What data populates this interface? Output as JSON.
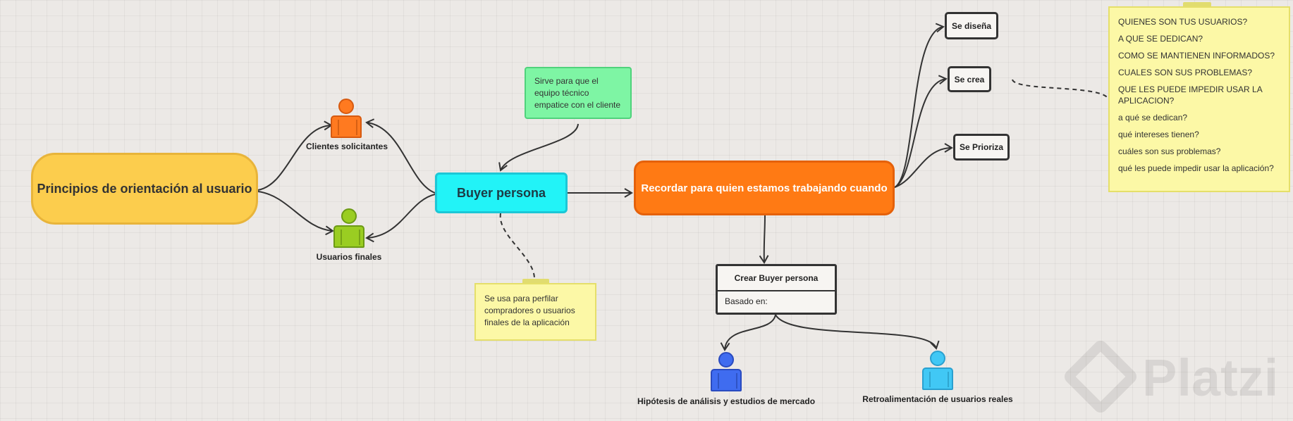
{
  "nodes": {
    "root": "Principios de orientación al usuario",
    "buyer": "Buyer persona",
    "recordar": "Recordar para quien estamos trabajando cuando",
    "se_disena": "Se diseña",
    "se_crea": "Se crea",
    "se_prioriza": "Se Prioriza",
    "crear_title": "Crear Buyer persona",
    "crear_body": "Basado en:"
  },
  "people": {
    "clientes": "Clientes solicitantes",
    "usuarios": "Usuarios finales",
    "hipotesis": "Hipótesis de análisis y estudios de mercado",
    "retro": "Retroalimentación de usuarios reales"
  },
  "notes": {
    "green": "Sirve para que el equipo técnico empatice con el cliente",
    "yellow": "Se usa para perfilar compradores o usuarios finales de la aplicación",
    "questions": [
      "QUIENES SON TUS USUARIOS?",
      "A QUE SE DEDICAN?",
      "COMO SE MANTIENEN INFORMADOS?",
      "CUALES SON SUS PROBLEMAS?",
      "QUE LES PUEDE IMPEDIR USAR LA APLICACION?",
      "a qué se dedican?",
      "qué intereses tienen?",
      "cuáles son sus problemas?",
      "qué les puede impedir usar la aplicación?"
    ]
  },
  "colors": {
    "root": "#fccd4d",
    "buyer": "#22f3f7",
    "recordar": "#ff7a14",
    "green_note": "#7ef5a4",
    "yellow_note": "#fcf8a6"
  },
  "watermark": "Platzi"
}
